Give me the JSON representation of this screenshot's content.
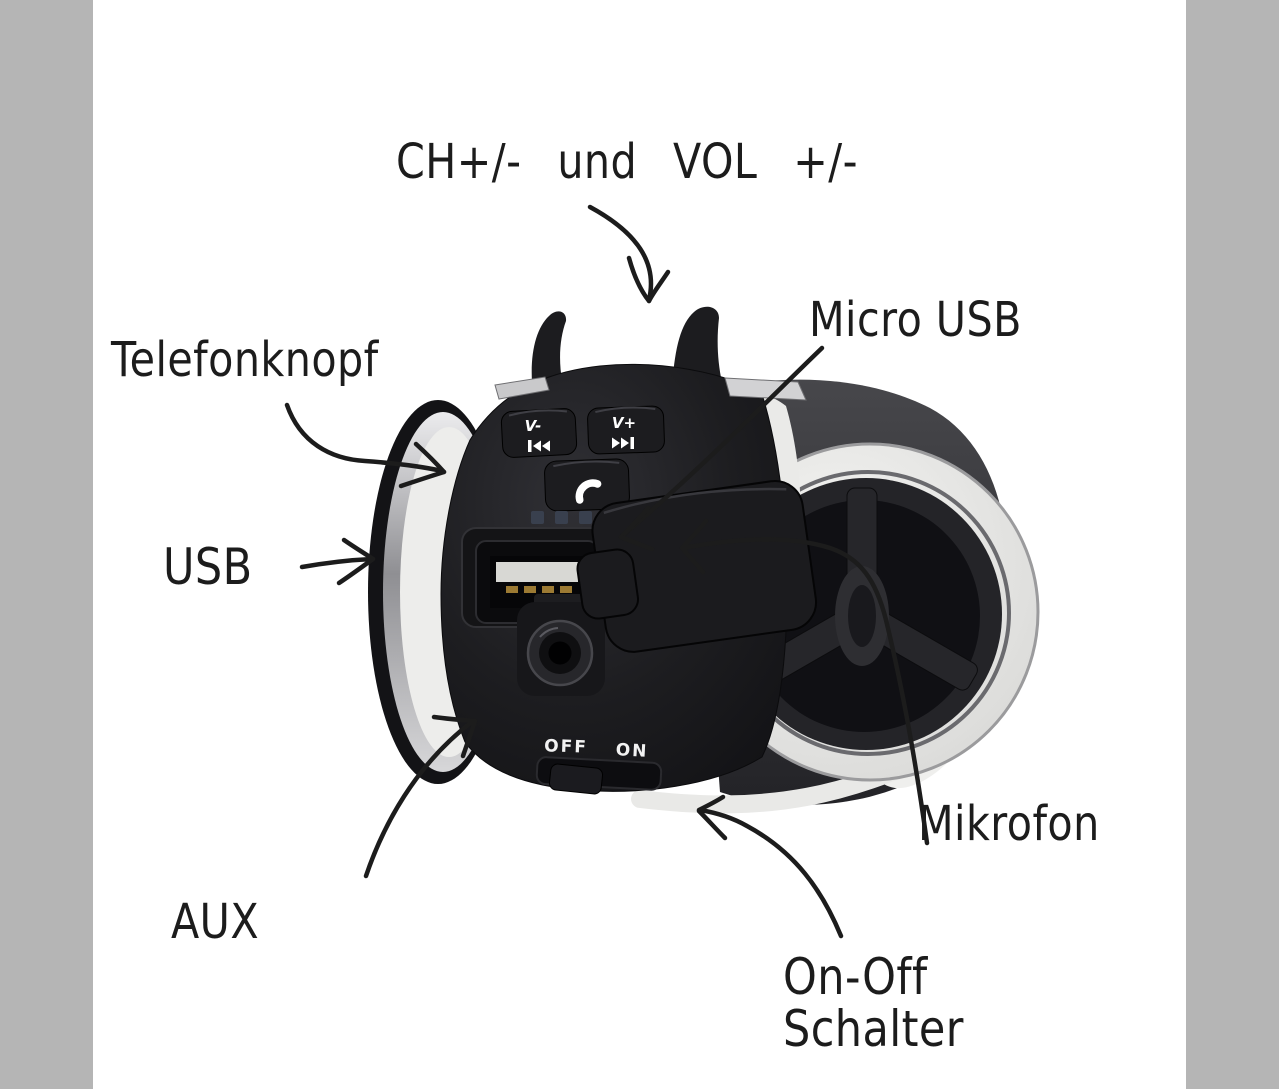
{
  "frame": {
    "canvas_color": "#ffffff",
    "side_bar_color": "#b5b5b5",
    "ink_color": "#1c1c1c"
  },
  "annotations": {
    "channel_volume": "CH+/- und VOL +/-",
    "phone_button": "Telefonknopf",
    "micro_usb": "Micro USB",
    "usb": "USB",
    "aux": "AUX",
    "microphone": "Mikrofon",
    "on_off_line1": "On-Off",
    "on_off_line2": "Schalter"
  },
  "device": {
    "volume_down_label": "V-",
    "volume_up_label": "V+",
    "switch_off_label": "OFF",
    "switch_on_label": "ON",
    "icons": [
      "prev-track-icon",
      "next-track-icon",
      "phone-icon"
    ],
    "colors": {
      "body_black": "#1e1e21",
      "rear_shell_gray": "#3a3a3e",
      "accent_white": "#eaeae8",
      "chrome": "#bdbec0"
    }
  }
}
